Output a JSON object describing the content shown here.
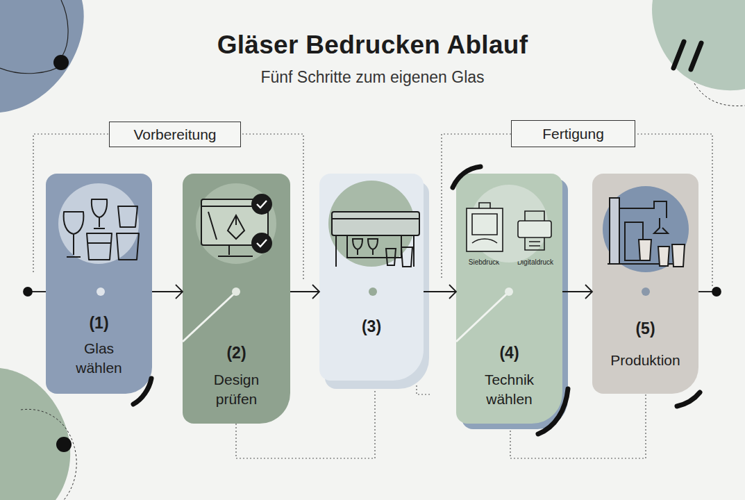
{
  "diagram": {
    "title": "Gläser Bedrucken Ablauf",
    "nodes": [
      {
        "text": [
          "(1)",
          "Glas wählen"
        ]
      },
      {
        "text": [
          "(2)",
          "Design prüfen"
        ]
      },
      {
        "text": [
          "(3)"
        ]
      },
      {
        "text": [
          "Siebdruck",
          "Digitaldruck",
          "(4)",
          "Technik wählen"
        ]
      },
      {
        "text": [
          "(5)",
          "Produktion"
        ]
      }
    ],
    "edges": [
      {
        "from": 0,
        "to": 1,
        "arrow": "to"
      },
      {
        "from": 1,
        "to": 2,
        "arrow": "to"
      },
      {
        "from": 2,
        "to": 3,
        "arrow": "to"
      },
      {
        "from": 3,
        "to": 4,
        "arrow": "to"
      }
    ],
    "labels": [
      "Fünf Schritte zum eigenen Glas",
      "Vorbereitung",
      "Fertigung"
    ]
  }
}
